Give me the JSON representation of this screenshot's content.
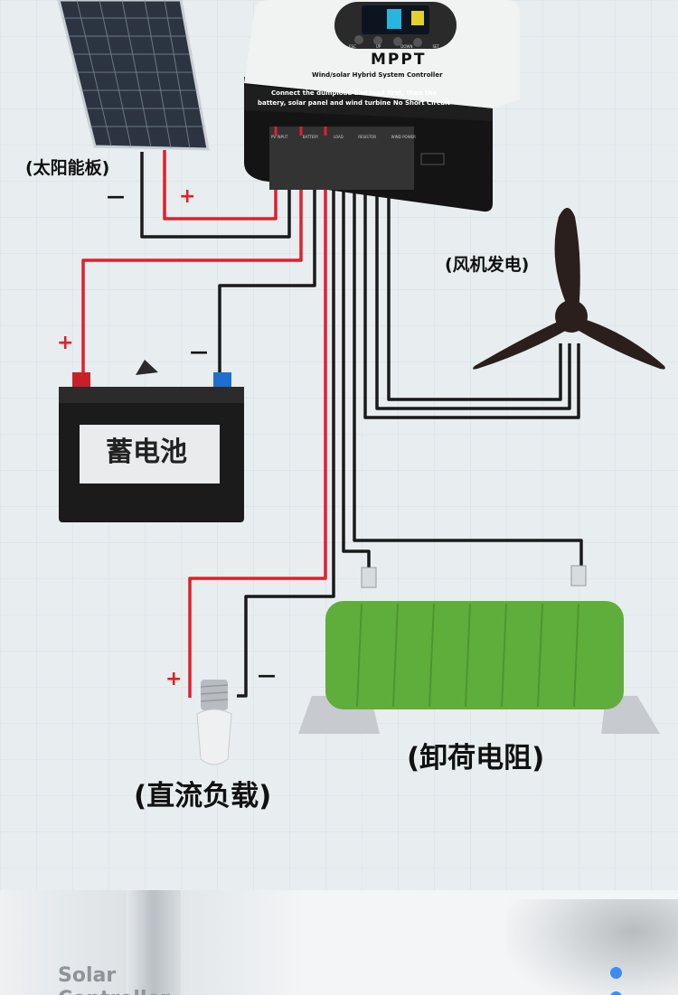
{
  "labels": {
    "solar_panel": "(太阳能板)",
    "wind_turbine": "(风机发电)",
    "battery": "蓄电池",
    "dump_load": "(卸荷电阻)",
    "dc_load": "(直流负载)",
    "solar_plus": "+",
    "solar_minus": "—",
    "battery_plus": "+",
    "battery_minus": "—",
    "load_plus": "+",
    "load_minus": "—"
  },
  "controller": {
    "brand": "MPPT",
    "subtitle": "Wind/solar Hybrid System Controller",
    "warning_line1": "Connect the dumpload and load first, then the",
    "warning_line2": "battery, solar panel and wind turbine No Short Circuit",
    "buttons": [
      "ESC",
      "UP",
      "DOWN",
      "SET"
    ],
    "ports": [
      "PV INPUT",
      "BATTERY",
      "LOAD",
      "RESISTOR",
      "WIND POWER"
    ]
  },
  "bottom": {
    "title_line1": "Solar",
    "title_line2": "Controller"
  },
  "colors": {
    "positive_wire": "#e0202a",
    "negative_wire": "#1a1a1a",
    "resistor": "#5fae3c",
    "accent_dot": "#3d8bf5"
  }
}
